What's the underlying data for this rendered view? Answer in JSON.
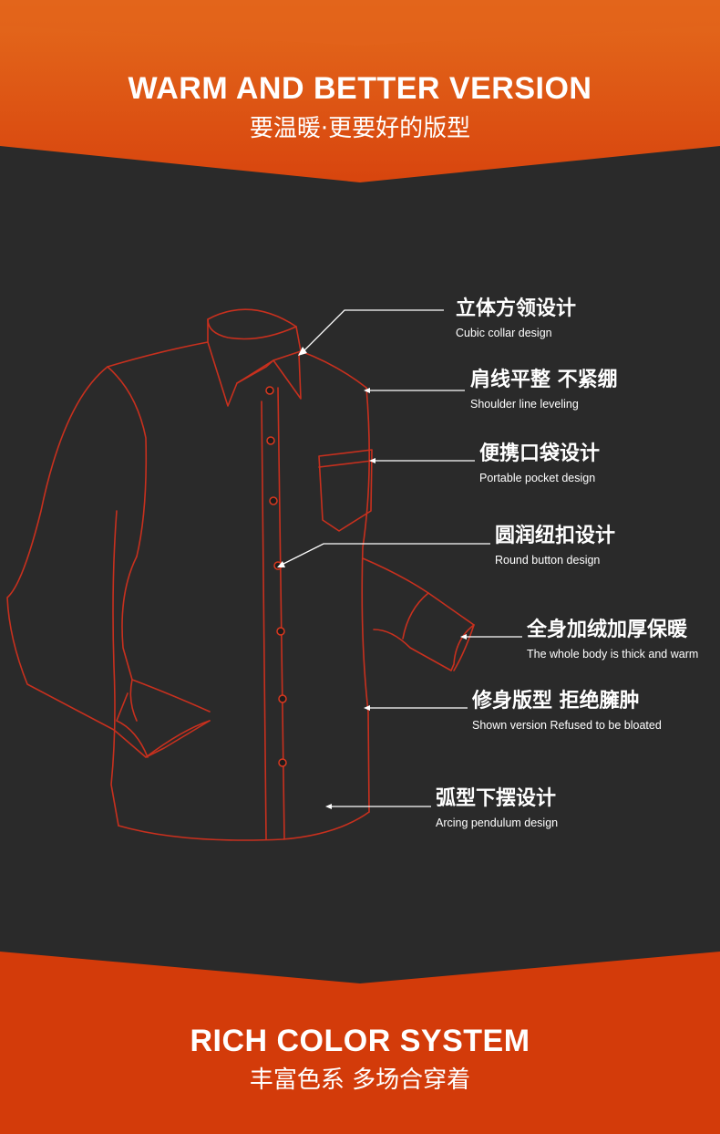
{
  "colors": {
    "orange": "#d33b0a",
    "orange_top": "#e2631a",
    "dark_bg": "#2a2a2a",
    "shirt_line": "#c8301e",
    "text": "#ffffff"
  },
  "top_banner": {
    "title_en": "WARM AND BETTER VERSION",
    "title_cn": "要温暖·更要好的版型"
  },
  "bottom_banner": {
    "title_en": "RICH COLOR SYSTEM",
    "title_cn": "丰富色系 多场合穿着"
  },
  "callouts": [
    {
      "cn": "立体方领设计",
      "en": "Cubic collar design"
    },
    {
      "cn": "肩线平整 不紧绷",
      "en": "Shoulder line leveling"
    },
    {
      "cn": "便携口袋设计",
      "en": "Portable pocket design"
    },
    {
      "cn": "圆润纽扣设计",
      "en": "Round button design"
    },
    {
      "cn": "全身加绒加厚保暖",
      "en": "The whole body is thick and warm"
    },
    {
      "cn": "修身版型  拒绝臃肿",
      "en": "Shown version Refused to be bloated"
    },
    {
      "cn": "弧型下摆设计",
      "en": "Arcing pendulum design"
    }
  ],
  "icons": [
    "shirt-outline-illustration"
  ]
}
